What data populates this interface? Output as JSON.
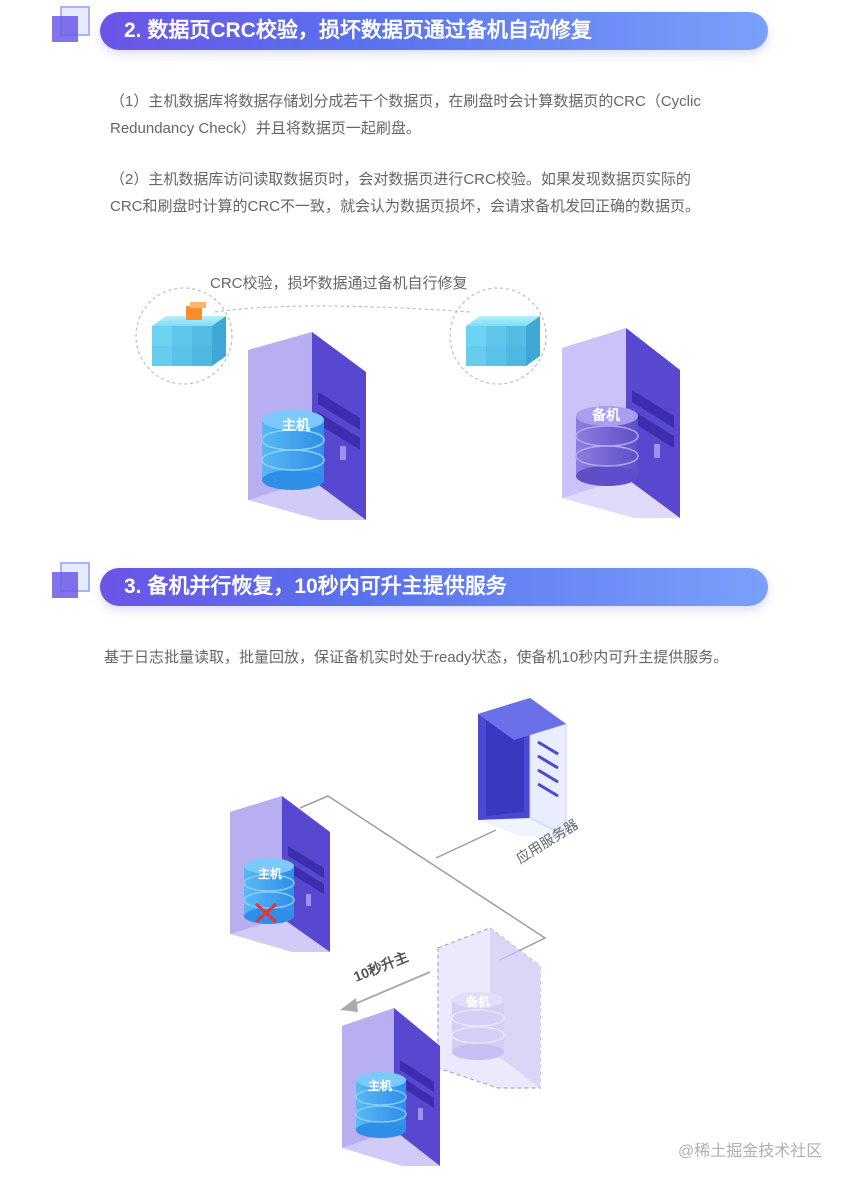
{
  "section2": {
    "title": "2. 数据页CRC校验，损坏数据页通过备机自动修复",
    "para1_line1": "（1）主机数据库将数据存储划分成若干个数据页，在刷盘时会计算数据页的CRC（Cyclic",
    "para1_line2": "Redundancy Check）并且将数据页一起刷盘。",
    "para2_line1": "（2）主机数据库访问读取数据页时，会对数据页进行CRC校验。如果发现数据页实际的",
    "para2_line2": "CRC和刷盘时计算的CRC不一致，就会认为数据页损坏，会请求备机发回正确的数据页。",
    "diagram": {
      "caption": "CRC校验，损坏数据通过备机自行修复",
      "primary_label": "主机",
      "standby_label": "备机"
    }
  },
  "section3": {
    "title": "3. 备机并行恢复，10秒内可升主提供服务",
    "para": "基于日志批量读取，批量回放，保证备机实时处于ready状态，使备机10秒内可升主提供服务。",
    "diagram": {
      "app_server_label": "应用服务器",
      "failed_primary_label": "主机",
      "standby_label": "备机",
      "new_primary_label": "主机",
      "arrow_label": "10秒升主"
    }
  },
  "watermark": "@稀土掘金技术社区"
}
